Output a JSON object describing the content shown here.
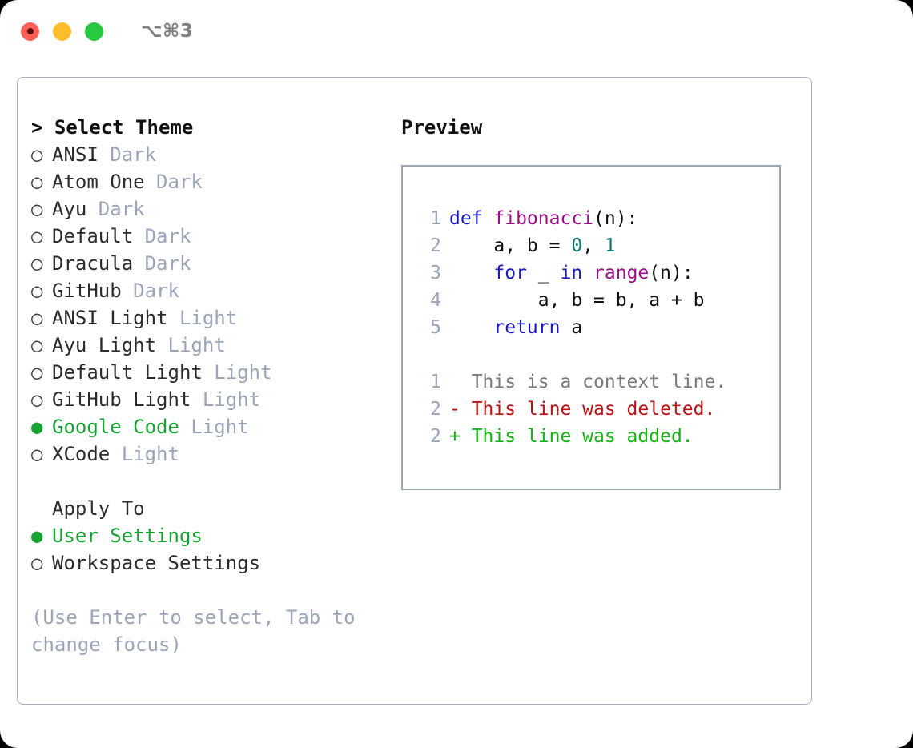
{
  "titlebar": {
    "shortcut": "⌥⌘3",
    "buttons": [
      "close",
      "minimize",
      "maximize"
    ]
  },
  "theme_picker": {
    "heading": "> Select Theme",
    "selected_marker": "●",
    "unselected_marker": "○",
    "accent_color": "#16a334",
    "badge_color": "#9aa5b8",
    "items": [
      {
        "name": "ANSI",
        "badge": "Dark",
        "selected": false
      },
      {
        "name": "Atom One",
        "badge": "Dark",
        "selected": false
      },
      {
        "name": "Ayu",
        "badge": "Dark",
        "selected": false
      },
      {
        "name": "Default",
        "badge": "Dark",
        "selected": false
      },
      {
        "name": "Dracula",
        "badge": "Dark",
        "selected": false
      },
      {
        "name": "GitHub",
        "badge": "Dark",
        "selected": false
      },
      {
        "name": "ANSI Light",
        "badge": "Light",
        "selected": false
      },
      {
        "name": "Ayu Light",
        "badge": "Light",
        "selected": false
      },
      {
        "name": "Default Light",
        "badge": "Light",
        "selected": false
      },
      {
        "name": "GitHub Light",
        "badge": "Light",
        "selected": false
      },
      {
        "name": "Google Code",
        "badge": "Light",
        "selected": true
      },
      {
        "name": "XCode",
        "badge": "Light",
        "selected": false
      }
    ]
  },
  "apply_to": {
    "heading": "Apply To",
    "items": [
      {
        "name": "User Settings",
        "selected": true
      },
      {
        "name": "Workspace Settings",
        "selected": false
      }
    ]
  },
  "hint": "(Use Enter to select, Tab to change focus)",
  "preview": {
    "title": "Preview",
    "code_lines": [
      {
        "ln": "1",
        "tokens": [
          {
            "t": "def ",
            "c": "kw"
          },
          {
            "t": "fibonacci",
            "c": "fn"
          },
          {
            "t": "(n):",
            "c": "plain"
          }
        ]
      },
      {
        "ln": "2",
        "tokens": [
          {
            "t": "    a, b = ",
            "c": "plain"
          },
          {
            "t": "0",
            "c": "num"
          },
          {
            "t": ", ",
            "c": "plain"
          },
          {
            "t": "1",
            "c": "num"
          }
        ]
      },
      {
        "ln": "3",
        "tokens": [
          {
            "t": "    ",
            "c": "plain"
          },
          {
            "t": "for",
            "c": "kw"
          },
          {
            "t": " _ ",
            "c": "plain"
          },
          {
            "t": "in",
            "c": "kw"
          },
          {
            "t": " ",
            "c": "plain"
          },
          {
            "t": "range",
            "c": "fn"
          },
          {
            "t": "(n):",
            "c": "plain"
          }
        ]
      },
      {
        "ln": "4",
        "tokens": [
          {
            "t": "        a, b = b, a + b",
            "c": "plain"
          }
        ]
      },
      {
        "ln": "5",
        "tokens": [
          {
            "t": "    ",
            "c": "plain"
          },
          {
            "t": "return",
            "c": "kw"
          },
          {
            "t": " a",
            "c": "plain"
          }
        ]
      }
    ],
    "diff_lines": [
      {
        "ln": "1",
        "text": "  This is a context line.",
        "kind": "ctx"
      },
      {
        "ln": "2",
        "text": "- This line was deleted.",
        "kind": "del"
      },
      {
        "ln": "2",
        "text": "+ This line was added.",
        "kind": "add"
      }
    ]
  }
}
